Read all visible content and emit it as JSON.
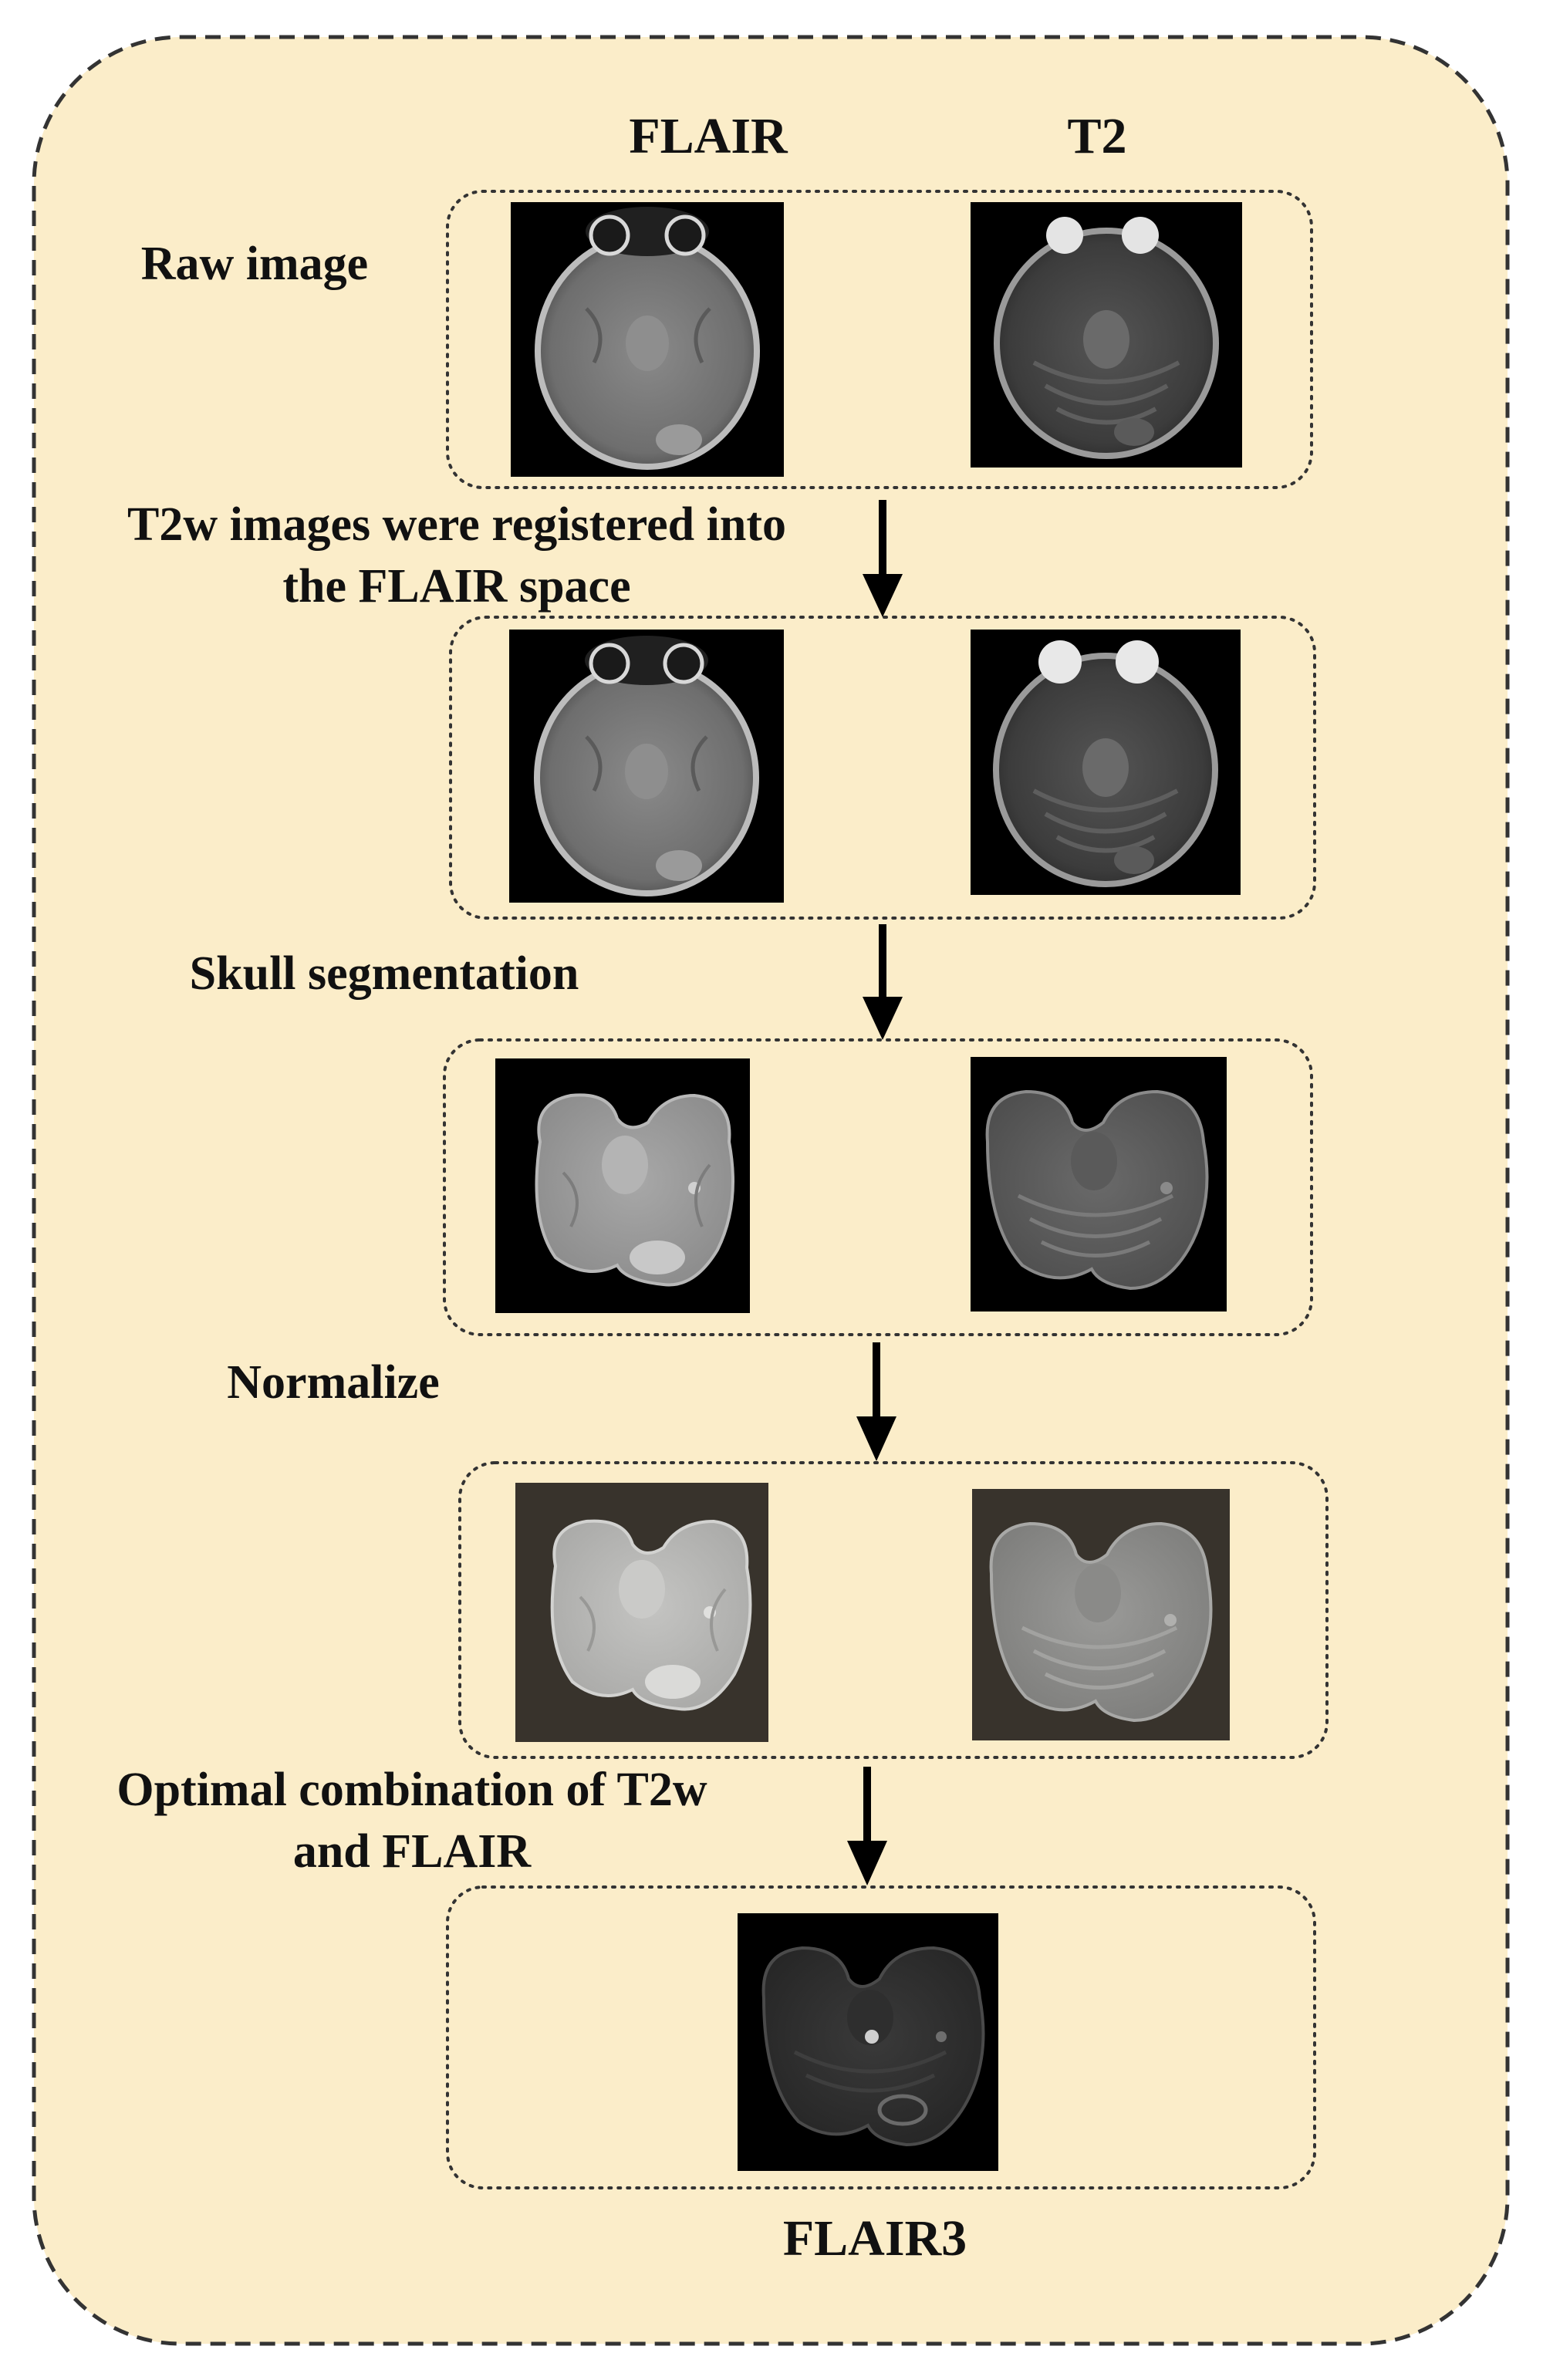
{
  "columns": {
    "flair": "FLAIR",
    "t2": "T2"
  },
  "steps": {
    "raw": "Raw image",
    "registration_line1": "T2w images were registered into",
    "registration_line2": "the FLAIR space",
    "skull": "Skull segmentation",
    "normalize": "Normalize",
    "combination_line1": "Optimal combination of T2w",
    "combination_line2": "and FLAIR"
  },
  "output": {
    "label": "FLAIR3"
  },
  "colors": {
    "panel_fill": "#fbedc9",
    "panel_border": "#333333",
    "image_background": "#000000",
    "normalized_background": "#38332c",
    "arrow": "#000000"
  },
  "icons": {
    "arrow": "arrow-down-icon"
  }
}
